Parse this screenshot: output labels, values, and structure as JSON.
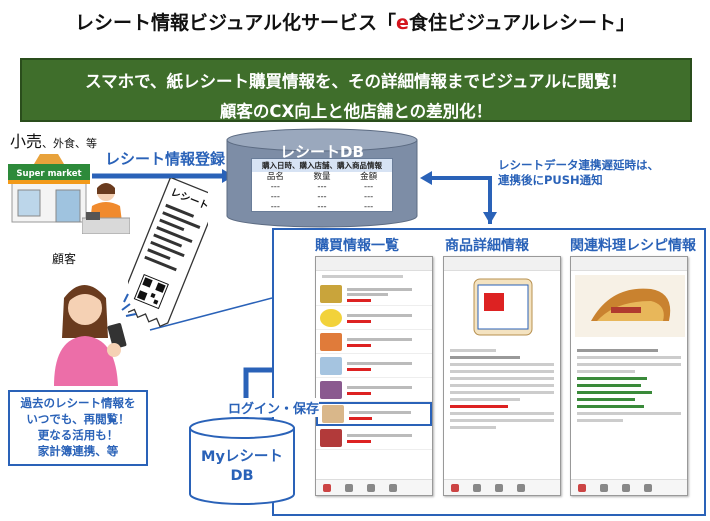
{
  "title": {
    "prefix": "レシート情報ビジュアル化サービス「",
    "e": "e",
    "suffix": "食住ビジュアルレシート」"
  },
  "banner": {
    "line1": "スマホで、紙レシート購買情報を、その詳細情報までビジュアルに閲覧！",
    "line2": "顧客のCX向上と他店舗との差別化！"
  },
  "retail": {
    "main": "小売",
    "sub": "、外食、等",
    "store_sign": "Super market",
    "register_label": "レシート情報登録"
  },
  "receipt_db": {
    "title": "レシートDB",
    "table_header": "購入日時、購入店舗、購入商品情報",
    "columns": [
      "品名",
      "数量",
      "金額"
    ],
    "rows": [
      [
        "---",
        "---",
        "---"
      ],
      [
        "---",
        "---",
        "---"
      ],
      [
        "---",
        "---",
        "---"
      ]
    ]
  },
  "delay_note": {
    "line1": "レシートデータ連携遅延時は、",
    "line2": "連携後にPUSH通知"
  },
  "receipt_paper_label": "レシート",
  "customer_label": "顧客",
  "panel": {
    "headers": [
      "購買情報一覧",
      "商品詳細情報",
      "関連料理レシピ情報"
    ]
  },
  "memo": {
    "line1": "過去のレシート情報を",
    "line2": "いつでも、再閲覧！",
    "line3": "更なる活用も！",
    "line4": "家計簿連携、等"
  },
  "login_label": "ログイン・保存",
  "my_db": {
    "line1": "Myレシート",
    "line2": "DB"
  },
  "colors": {
    "accent_blue": "#2a62b8",
    "banner_green": "#3f6e2b",
    "title_red": "#d4141c",
    "db_fill": "#7d8da6"
  }
}
